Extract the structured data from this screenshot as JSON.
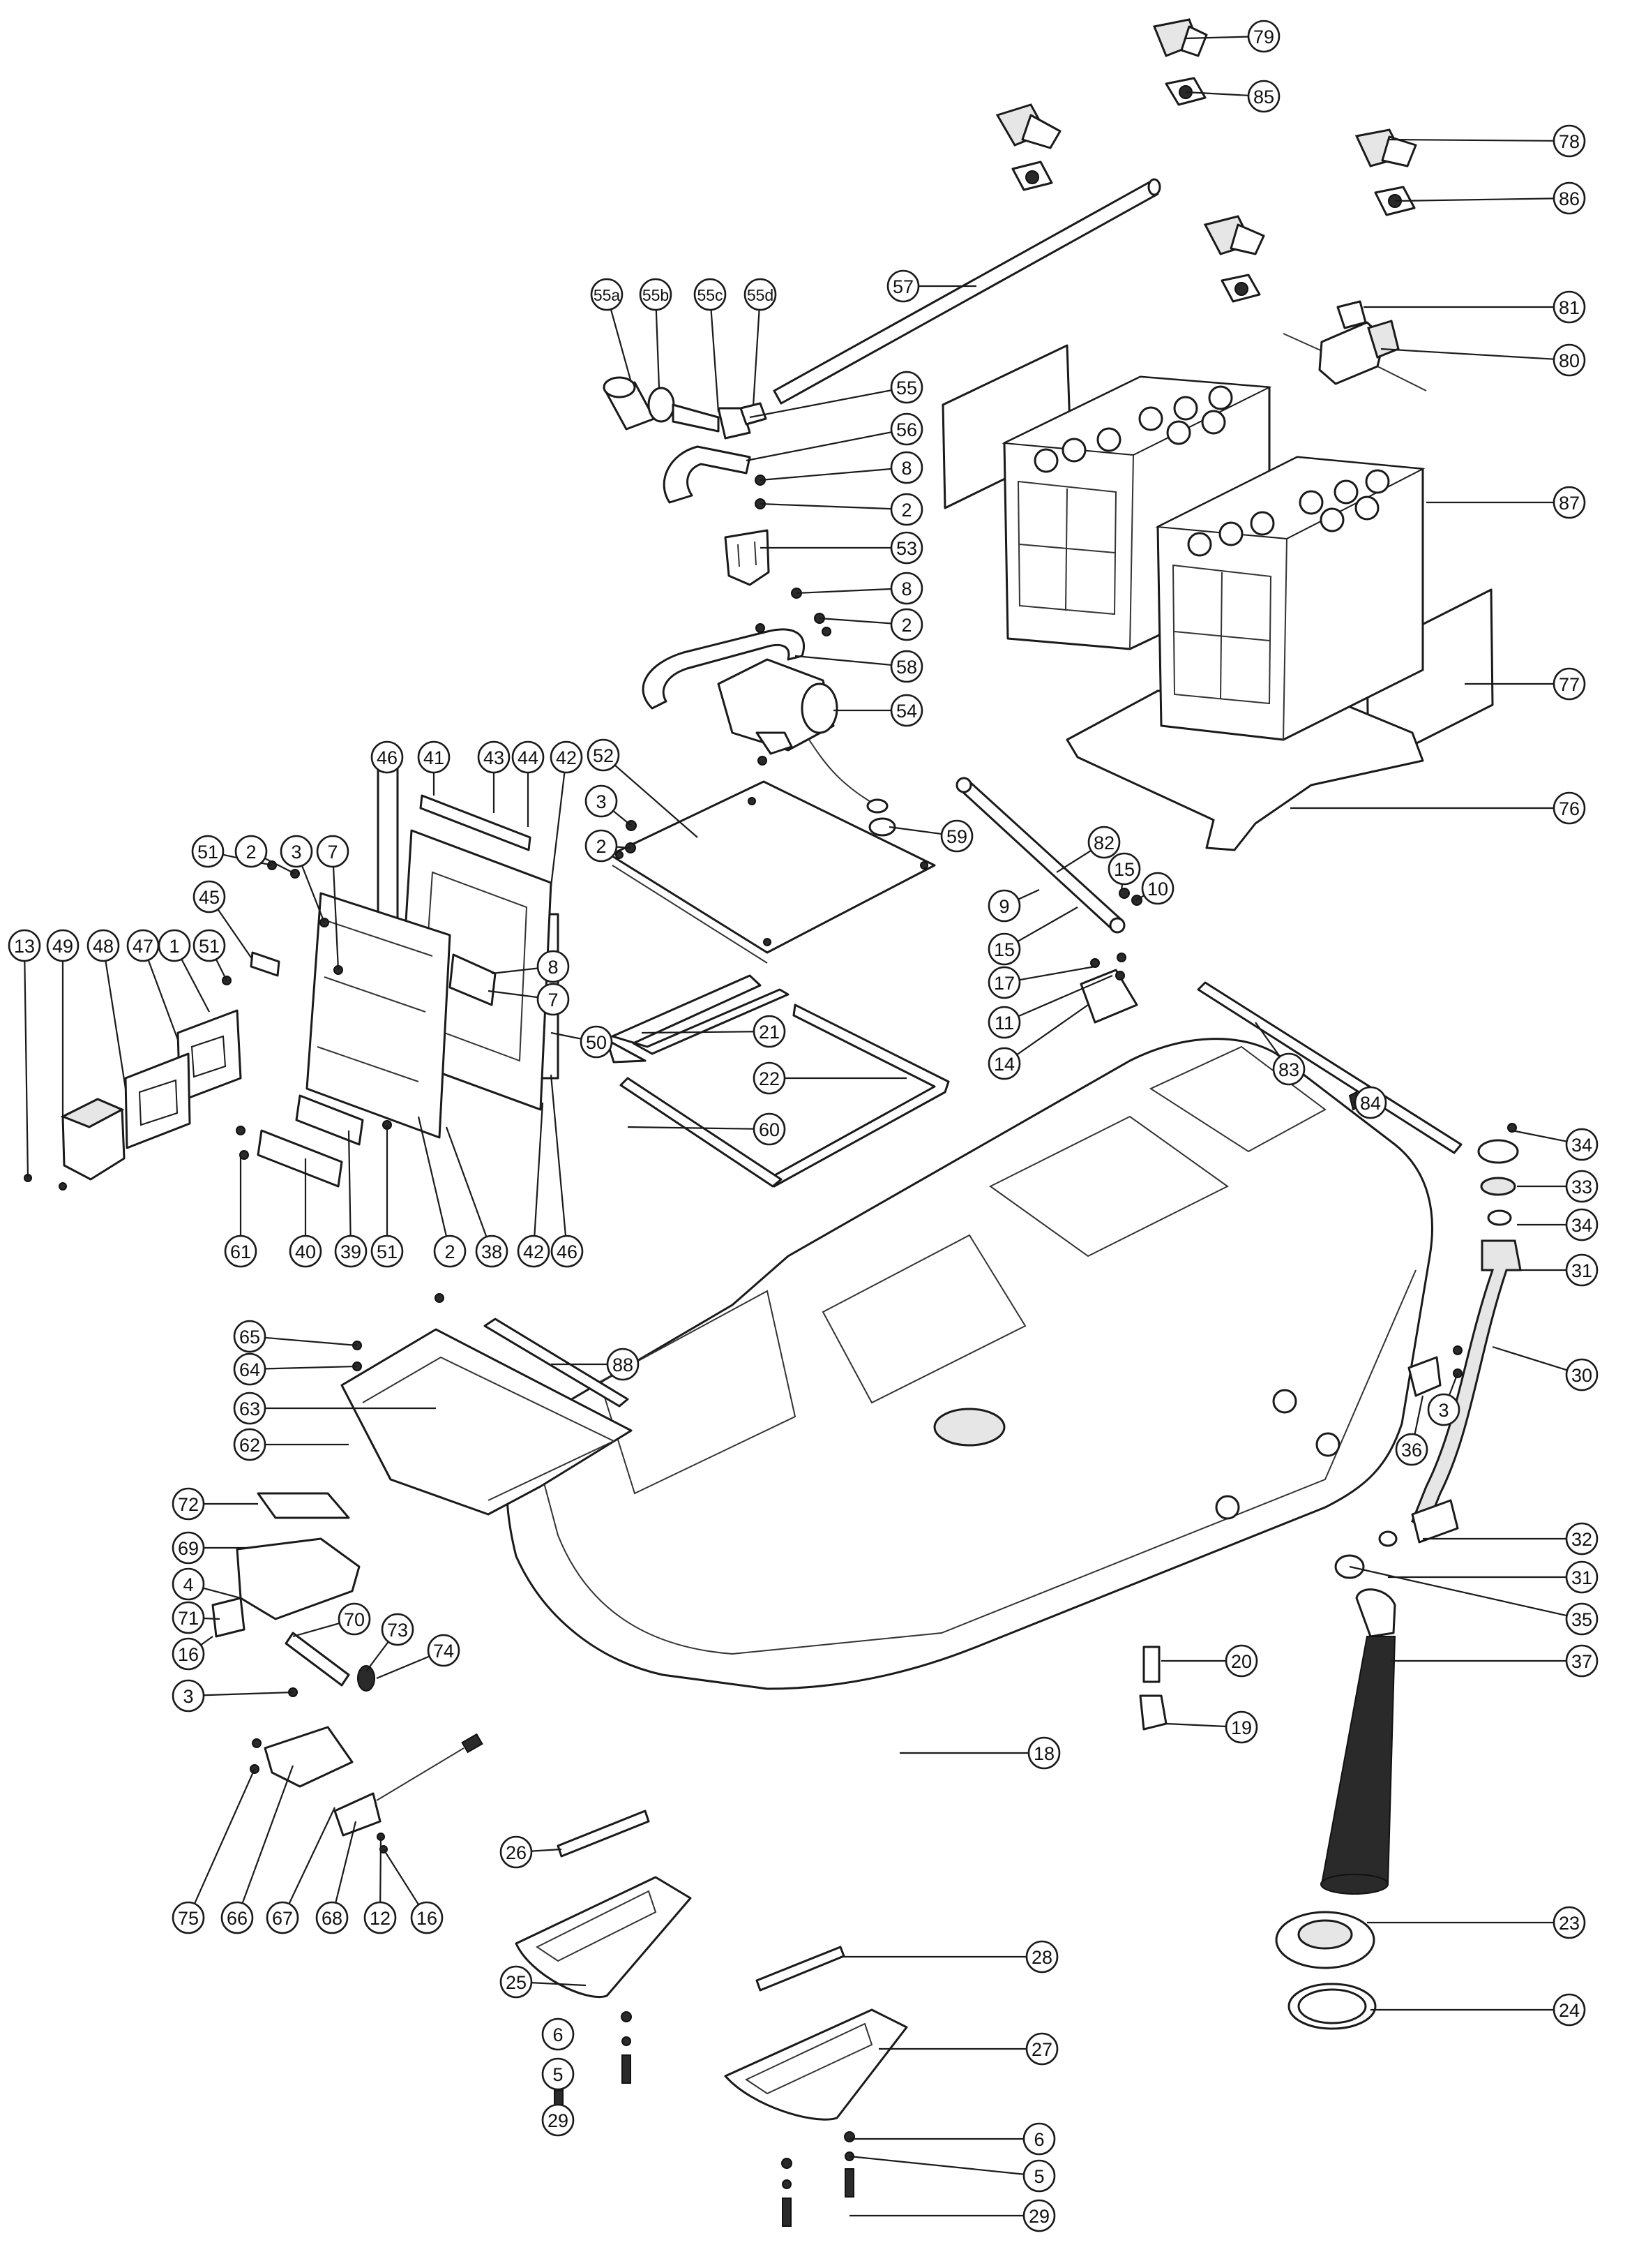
{
  "callouts": [
    {
      "label": "79"
    },
    {
      "label": "85"
    },
    {
      "label": "78"
    },
    {
      "label": "86"
    },
    {
      "label": "81"
    },
    {
      "label": "80"
    },
    {
      "label": "87"
    },
    {
      "label": "77"
    },
    {
      "label": "76"
    },
    {
      "label": "57"
    },
    {
      "label": "55a"
    },
    {
      "label": "55b"
    },
    {
      "label": "55c"
    },
    {
      "label": "55d"
    },
    {
      "label": "55"
    },
    {
      "label": "56"
    },
    {
      "label": "8"
    },
    {
      "label": "2"
    },
    {
      "label": "53"
    },
    {
      "label": "8"
    },
    {
      "label": "2"
    },
    {
      "label": "58"
    },
    {
      "label": "54"
    },
    {
      "label": "59"
    },
    {
      "label": "52"
    },
    {
      "label": "3"
    },
    {
      "label": "2"
    },
    {
      "label": "82"
    },
    {
      "label": "15"
    },
    {
      "label": "10"
    },
    {
      "label": "9"
    },
    {
      "label": "15"
    },
    {
      "label": "17"
    },
    {
      "label": "11"
    },
    {
      "label": "14"
    },
    {
      "label": "46"
    },
    {
      "label": "41"
    },
    {
      "label": "43"
    },
    {
      "label": "44"
    },
    {
      "label": "42"
    },
    {
      "label": "51"
    },
    {
      "label": "2"
    },
    {
      "label": "3"
    },
    {
      "label": "7"
    },
    {
      "label": "45"
    },
    {
      "label": "51"
    },
    {
      "label": "13"
    },
    {
      "label": "49"
    },
    {
      "label": "48"
    },
    {
      "label": "47"
    },
    {
      "label": "1"
    },
    {
      "label": "8"
    },
    {
      "label": "7"
    },
    {
      "label": "50"
    },
    {
      "label": "21"
    },
    {
      "label": "22"
    },
    {
      "label": "60"
    },
    {
      "label": "61"
    },
    {
      "label": "40"
    },
    {
      "label": "39"
    },
    {
      "label": "51"
    },
    {
      "label": "2"
    },
    {
      "label": "38"
    },
    {
      "label": "42"
    },
    {
      "label": "46"
    },
    {
      "label": "83"
    },
    {
      "label": "84"
    },
    {
      "label": "34"
    },
    {
      "label": "33"
    },
    {
      "label": "34"
    },
    {
      "label": "31"
    },
    {
      "label": "30"
    },
    {
      "label": "3"
    },
    {
      "label": "36"
    },
    {
      "label": "32"
    },
    {
      "label": "31"
    },
    {
      "label": "35"
    },
    {
      "label": "37"
    },
    {
      "label": "20"
    },
    {
      "label": "19"
    },
    {
      "label": "18"
    },
    {
      "label": "65"
    },
    {
      "label": "64"
    },
    {
      "label": "63"
    },
    {
      "label": "62"
    },
    {
      "label": "88"
    },
    {
      "label": "72"
    },
    {
      "label": "69"
    },
    {
      "label": "4"
    },
    {
      "label": "71"
    },
    {
      "label": "16"
    },
    {
      "label": "70"
    },
    {
      "label": "73"
    },
    {
      "label": "74"
    },
    {
      "label": "3"
    },
    {
      "label": "75"
    },
    {
      "label": "66"
    },
    {
      "label": "67"
    },
    {
      "label": "68"
    },
    {
      "label": "12"
    },
    {
      "label": "16"
    },
    {
      "label": "26"
    },
    {
      "label": "25"
    },
    {
      "label": "28"
    },
    {
      "label": "27"
    },
    {
      "label": "23"
    },
    {
      "label": "24"
    },
    {
      "label": "6"
    },
    {
      "label": "5"
    },
    {
      "label": "29"
    },
    {
      "label": "6"
    },
    {
      "label": "5"
    },
    {
      "label": "29"
    }
  ]
}
